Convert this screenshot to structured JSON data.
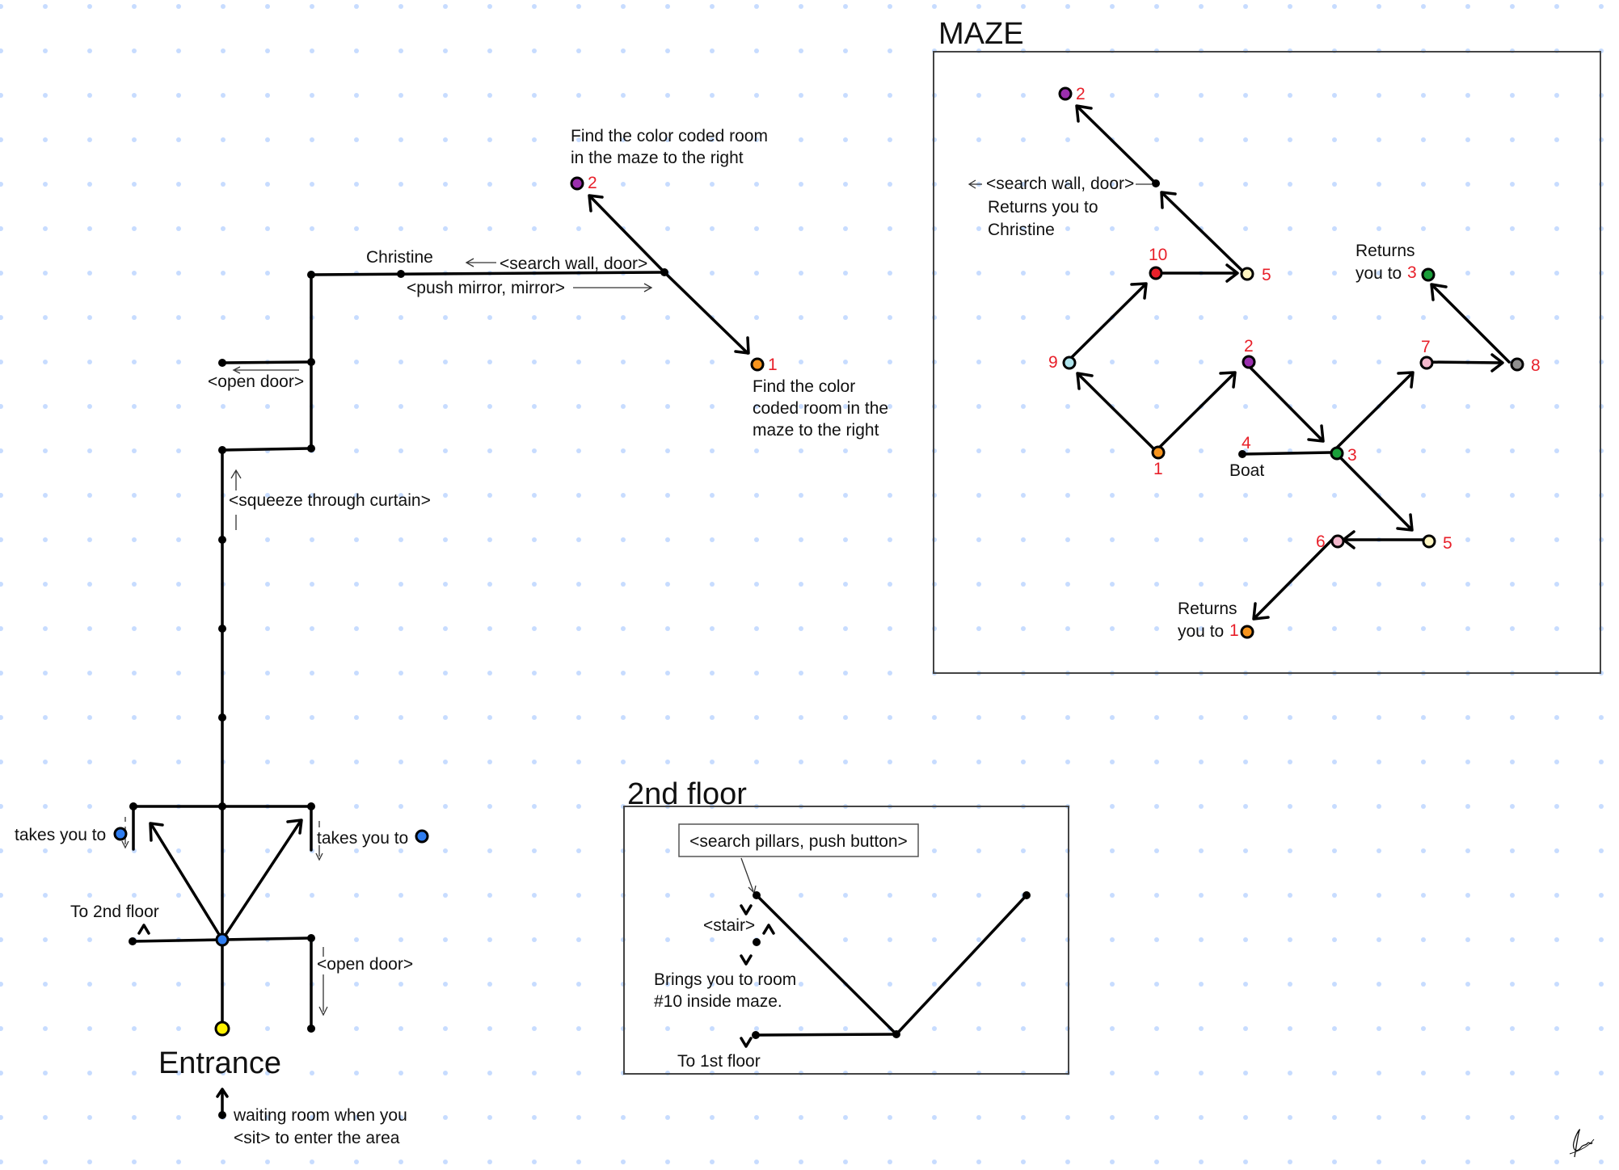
{
  "colors": {
    "purple": "#9b2fae",
    "orange": "#f7941d",
    "blue": "#2f7df0",
    "yellow": "#fff200",
    "red": "#e8202a",
    "lightblue": "#aee4ec",
    "green": "#1a9e3a",
    "pink": "#f3b8cc",
    "grey": "#8f8f8f",
    "cream": "#fff6c2",
    "label_red": "#e8202a"
  },
  "first_floor": {
    "entrance_label": "Entrance",
    "waiting_line1": "waiting room when you",
    "waiting_line2": "<sit> to enter the area",
    "to_second_floor": "To 2nd floor",
    "stair_up_glyph": "^",
    "takes_you_to_left": "takes you to",
    "takes_you_to_right": "takes you to",
    "open_door_lower": "<open door>",
    "squeeze_curtain": "<squeeze through curtain>",
    "open_door_upper": "<open door>",
    "christine": "Christine",
    "search_wall_door": "<search wall, door>",
    "push_mirror": "<push mirror, mirror>",
    "find_room_top_line1": "Find the color coded room",
    "find_room_top_line2": "in the maze to the right",
    "find_room_right_line1": "Find the color",
    "find_room_right_line2": "coded room in the",
    "find_room_right_line3": "maze to the right",
    "room_2_label": "2",
    "room_1_label": "1"
  },
  "maze": {
    "title": "MAZE",
    "search_wall_note": "<search wall, door>",
    "returns_christine_line1": "Returns you to",
    "returns_christine_line2": "Christine",
    "returns_3_line1": "Returns",
    "returns_3_line2": "you to",
    "returns_3_num": "3",
    "returns_1_line1": "Returns",
    "returns_1_line2": "you to",
    "returns_1_num": "1",
    "boat_label": "Boat",
    "rooms": {
      "r2_top": "2",
      "r10": "10",
      "r5_top": "5",
      "r9": "9",
      "r2_mid": "2",
      "r7": "7",
      "r8": "8",
      "r1": "1",
      "r4": "4",
      "r3": "3",
      "r6": "6",
      "r5_low": "5"
    }
  },
  "second_floor": {
    "title": "2nd floor",
    "search_pillars": "<search pillars, push button>",
    "stair": "<stair>",
    "brings_line1": "Brings you to room",
    "brings_line2": "#10 inside maze.",
    "to_first_floor": "To 1st floor",
    "down_glyph": "v",
    "up_glyph": "^"
  },
  "signature": "Lavia"
}
